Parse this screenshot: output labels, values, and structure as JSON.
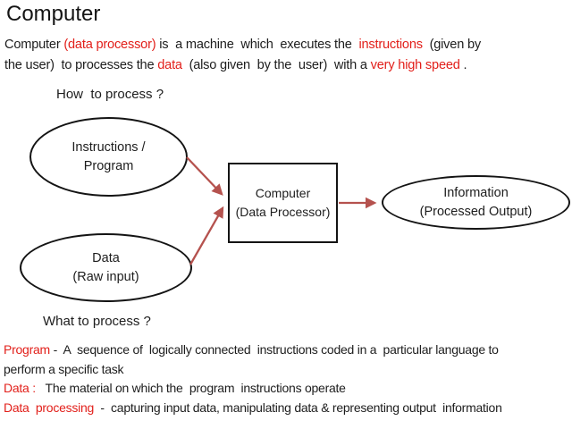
{
  "title": "Computer",
  "colors": {
    "text": "#1d1d1d",
    "highlight_red": "#e2201b",
    "arrow_red": "#b5524e",
    "shape_border": "#141414",
    "background": "#ffffff"
  },
  "intro": {
    "line1": [
      {
        "text": "Computer "
      },
      {
        "text": "(data processor)"
      },
      {
        "text": " is  a machine  which  executes the  "
      },
      {
        "text": "instructions"
      },
      {
        "text": "  (given by"
      }
    ],
    "line2": [
      {
        "text": "the user)  to processes the "
      },
      {
        "text": "data"
      },
      {
        "text": "  (also given  by the  user)  with a "
      },
      {
        "text": "very high speed"
      },
      {
        "text": " ."
      }
    ]
  },
  "diagram": {
    "question_top": "How  to process ?",
    "question_bottom": "What to process ?",
    "ellipse_instructions": {
      "line1": "Instructions /",
      "line2": "Program"
    },
    "ellipse_data": {
      "line1": "Data",
      "line2": "(Raw input)"
    },
    "box_computer": {
      "line1": "Computer",
      "line2": "(Data Processor)"
    },
    "ellipse_information": {
      "line1": "Information",
      "line2": "(Processed  Output)"
    },
    "arrows": [
      {
        "name": "instructions-to-computer"
      },
      {
        "name": "data-to-computer"
      },
      {
        "name": "computer-to-information"
      }
    ]
  },
  "definitions": {
    "line1": [
      {
        "text": "Program"
      },
      {
        "text": " -  A  sequence of  logically connected  instructions coded in a  particular language to"
      }
    ],
    "line2": [
      {
        "text": "perform a specific task"
      }
    ],
    "line3": [
      {
        "text": "Data :"
      },
      {
        "text": "   The material on which the  program  instructions operate"
      }
    ],
    "line4": [
      {
        "text": "Data  processing"
      },
      {
        "text": "  -  capturing input data, manipulating data & representing output  information"
      }
    ]
  }
}
